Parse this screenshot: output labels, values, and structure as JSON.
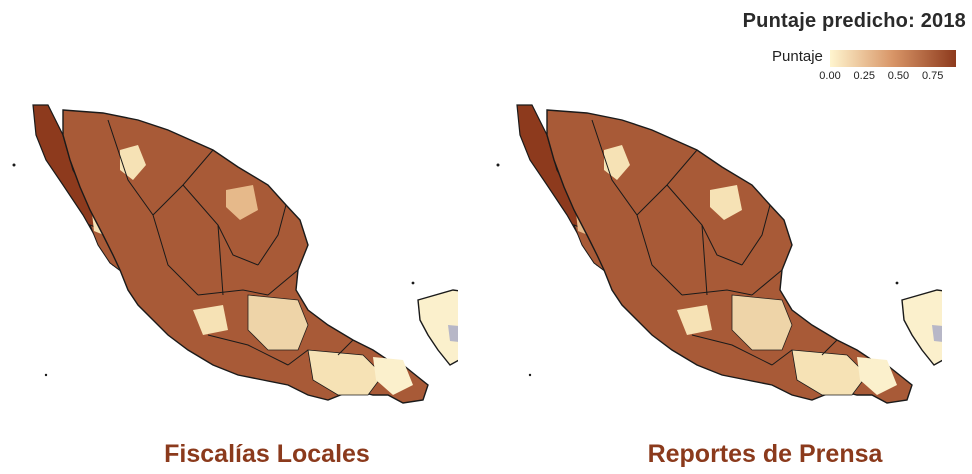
{
  "legend": {
    "title": "Puntaje predicho: 2018",
    "label": "Puntaje",
    "ticks": [
      "0.00",
      "0.25",
      "0.50",
      "0.75"
    ],
    "tick_values": [
      0.0,
      0.25,
      0.5,
      0.75
    ],
    "range": [
      0.0,
      0.92
    ],
    "colors": {
      "low": "#fff5cf",
      "mid": "#d89567",
      "high": "#8d3a1d"
    }
  },
  "panels": [
    {
      "caption": "Fiscalías Locales"
    },
    {
      "caption": "Reportes de Prensa"
    }
  ],
  "map_colors": {
    "dominant": "#a85a37",
    "dark": "#8d3a1d",
    "mid": "#c27a52",
    "light": "#f6e2b5",
    "pale": "#fbf0cc",
    "missing": "#b7b7c7",
    "outline": "#1a1a1a"
  }
}
